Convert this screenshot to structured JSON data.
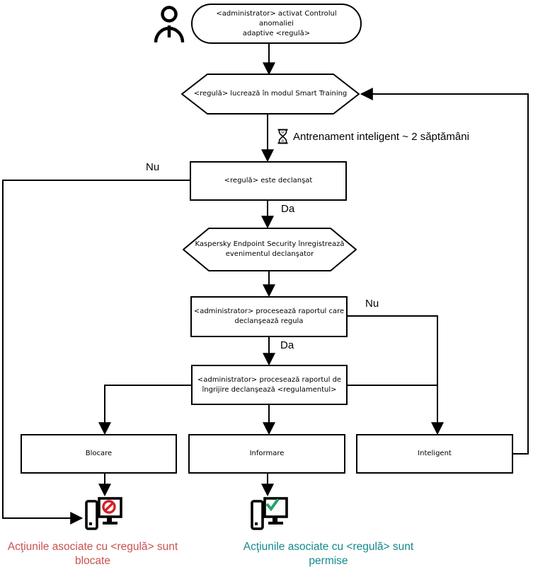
{
  "diagram": {
    "title": "Adaptive Anomaly Control rule workflow",
    "nodes": {
      "start": {
        "text": "<administrator> activat Controlul anomaliei\nadaptive <regulă>"
      },
      "smart_training": {
        "text": "<regulă> lucrează în modul Smart Training"
      },
      "rule_triggered": {
        "text": "<regulă> este declanşat"
      },
      "kes_logs": {
        "text": "Kaspersky Endpoint Security înregistrează\nevenimentul declanşator"
      },
      "report_processed": {
        "text": "<administrator> procesează raportul care\ndeclanşează regula"
      },
      "report_care": {
        "text": "<administrator> procesează raportul de\nîngrijire declanşează <regulamentul>"
      },
      "block": {
        "text": "Blocare"
      },
      "inform": {
        "text": "Informare"
      },
      "smart": {
        "text": "Inteligent"
      }
    },
    "labels": {
      "training": "Antrenament inteligent ~ 2 săptămâni",
      "no_triggered": "Nu",
      "yes_triggered": "Da",
      "no_report": "Nu",
      "yes_report": "Da"
    },
    "captions": {
      "blocked": "Acţiunile asociate cu <regulă> sunt\nblocate",
      "allowed": "Acţiunile asociate cu <regulă> sunt\npermise"
    },
    "icons": {
      "person": "person-icon",
      "hourglass": "hourglass-icon",
      "computer_blocked": "computer-blocked-icon",
      "computer_allowed": "computer-allowed-icon"
    },
    "colors": {
      "blocked_text": "#c9514d",
      "allowed_text": "#14898c",
      "deny_icon": "#d42027",
      "allow_icon": "#26a269",
      "line": "#000000"
    }
  }
}
